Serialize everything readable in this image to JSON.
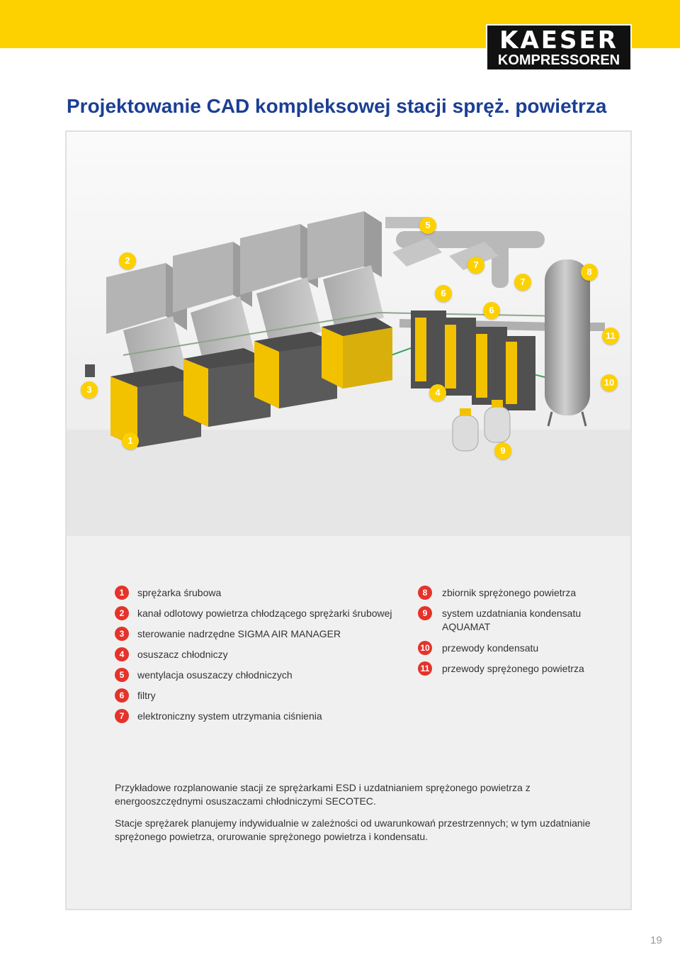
{
  "header": {
    "brand_line1": "KAESER",
    "brand_line2": "KOMPRESSOREN",
    "accent_color": "#fdd100",
    "title_color": "#1c3f94",
    "number_color": "#e5332a"
  },
  "title": "Projektowanie CAD kompleksowej stacji spręż. powietrza",
  "callouts": [
    "1",
    "2",
    "3",
    "4",
    "5",
    "6",
    "6",
    "7",
    "7",
    "8",
    "9",
    "10",
    "11"
  ],
  "legend_left": [
    {
      "num": "1",
      "text": "sprężarka śrubowa"
    },
    {
      "num": "2",
      "text": "kanał odlotowy powietrza chłodzącego sprężarki śrubowej"
    },
    {
      "num": "3",
      "text": "sterowanie nadrzędne SIGMA AIR MANAGER"
    },
    {
      "num": "4",
      "text": "osuszacz chłodniczy"
    },
    {
      "num": "5",
      "text": "wentylacja osuszaczy chłodniczych"
    },
    {
      "num": "6",
      "text": "filtry"
    },
    {
      "num": "7",
      "text": "elektroniczny system utrzymania ciśnienia"
    }
  ],
  "legend_right": [
    {
      "num": "8",
      "text": "zbiornik sprężonego powietrza"
    },
    {
      "num": "9",
      "text": "system uzdatniania kondensatu",
      "text2": "AQUAMAT"
    },
    {
      "num": "10",
      "text": "przewody kondensatu"
    },
    {
      "num": "11",
      "text": "przewody sprężonego powietrza"
    }
  ],
  "paragraphs": [
    "Przykładowe rozplanowanie stacji ze sprężarkami ESD i uzdatnianiem sprężonego powietrza z energooszczędnymi osuszaczami chłodniczymi SECOTEC.",
    "Stacje sprężarek planujemy indywidualnie w zależności od uwarunkowań przestrzennych; w tym uzdatnianie sprężonego powietrza, orurowanie sprężonego powietrza i kondensatu."
  ],
  "page_number": "19"
}
